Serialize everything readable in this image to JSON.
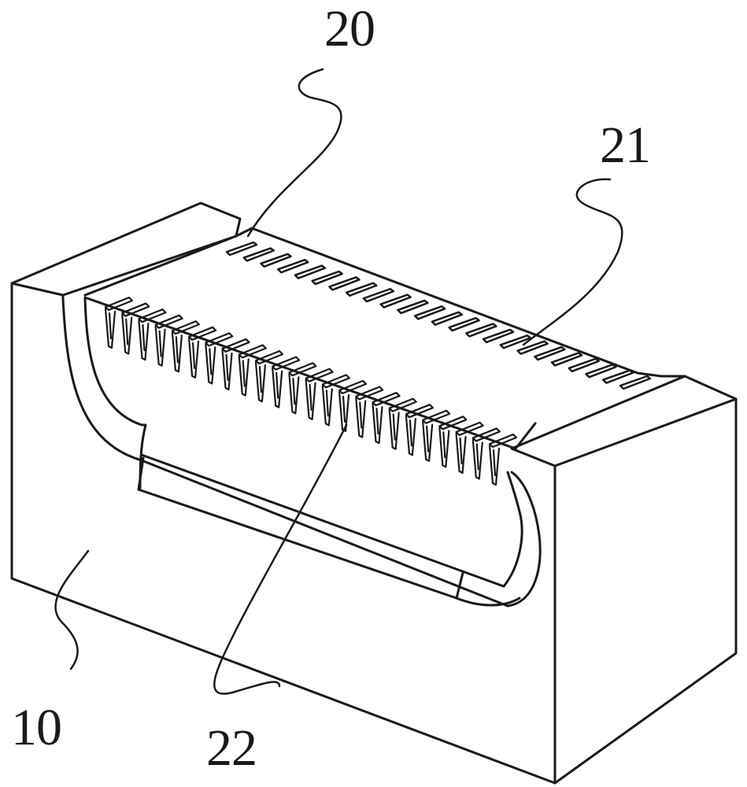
{
  "figure": {
    "labels": {
      "ref_20": "20",
      "ref_21": "21",
      "ref_22": "22",
      "ref_10": "10"
    },
    "components": {
      "housing": "10",
      "upper_terminal_row": "20",
      "terminal_slot_row": "21",
      "lower_terminal_row": "22"
    },
    "upper_row_terminal_count": 24,
    "lower_row_terminal_count": 24,
    "line_color": "#1a1a1a",
    "background": "#ffffff"
  }
}
